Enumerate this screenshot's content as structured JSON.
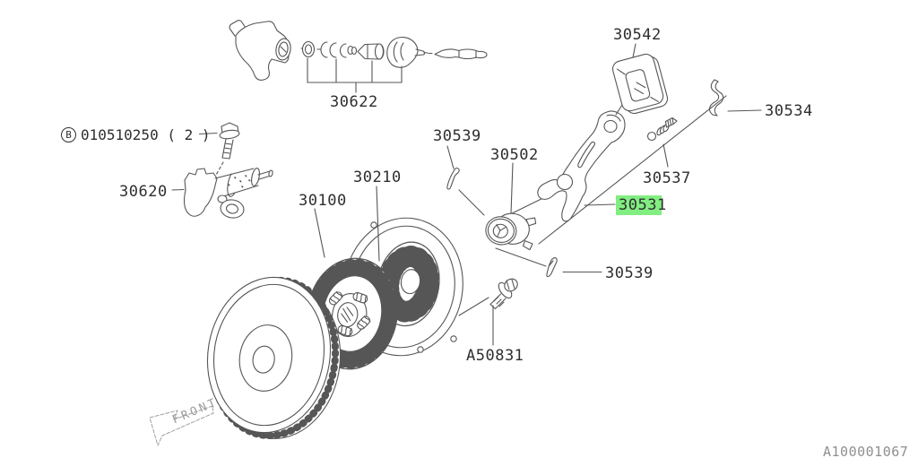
{
  "diagram": {
    "type": "exploded-parts-diagram",
    "subject": "clutch / flywheel assembly",
    "line_color": "#565656",
    "background": "#ffffff"
  },
  "labels": {
    "kit": {
      "text": "30622"
    },
    "bolt_b": {
      "prefix": "B",
      "text": "010510250 ( 2 )"
    },
    "release_cylinder": {
      "text": "30620"
    },
    "disc": {
      "text": "30100"
    },
    "cover": {
      "text": "30210"
    },
    "spring_upper": {
      "text": "30539"
    },
    "bearing": {
      "text": "30502"
    },
    "boot": {
      "text": "30542"
    },
    "clip": {
      "text": "30534"
    },
    "pivot": {
      "text": "30537"
    },
    "fork": {
      "text": "30531"
    },
    "spring_lower": {
      "text": "30539"
    },
    "bolt_a": {
      "text": "A50831"
    }
  },
  "highlight": {
    "part": "30531",
    "color": "#82ee82"
  },
  "front_marker": {
    "label": "FRONT"
  },
  "footer": {
    "drawing_code": "A100001067"
  }
}
